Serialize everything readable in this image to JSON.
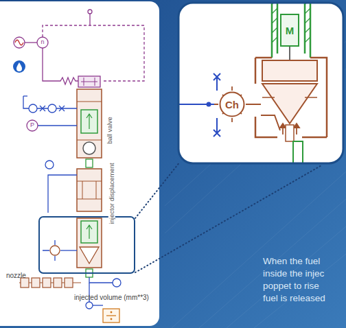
{
  "diagram": {
    "nodes": [
      {
        "text": [
          "Ch"
        ]
      },
      {
        "text": [
          "M"
        ]
      }
    ],
    "labels": [
      "n",
      "P",
      "ball valve",
      "injector displacement",
      "nozzle",
      "injected volume (mm**3)",
      "When the fuel",
      "inside the injec",
      "poppet to rise",
      "fuel is released"
    ]
  }
}
